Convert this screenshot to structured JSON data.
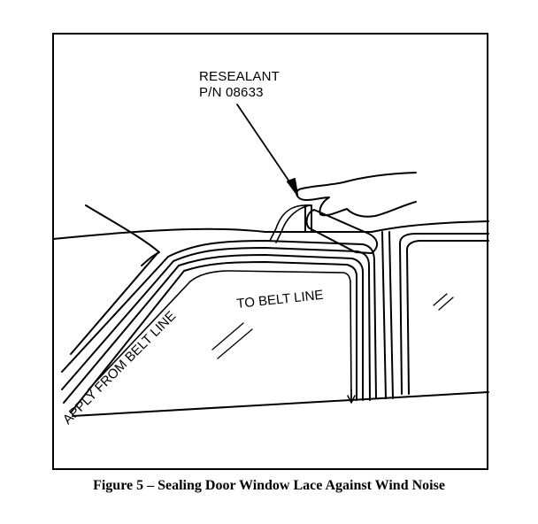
{
  "callout": {
    "line1": "RESEALANT",
    "line2": "P/N 08633"
  },
  "labels": {
    "apply_from": "APPLY FROM BELT LINE",
    "to_belt": "TO BELT LINE"
  },
  "caption": "Figure 5 – Sealing Door Window Lace Against Wind Noise"
}
